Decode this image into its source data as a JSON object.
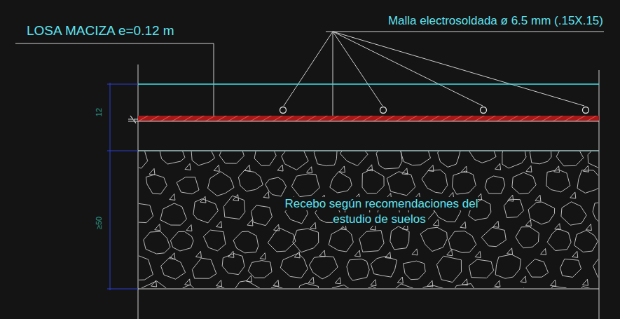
{
  "diagram": {
    "labels": [
      "LOSA MACIZA e=0.12 m",
      "Malla electrosoldada ø 6.5 mm (.15X.15)",
      "12",
      "≥50",
      "Recebo según recomendaciones del estudio de suelos"
    ]
  }
}
